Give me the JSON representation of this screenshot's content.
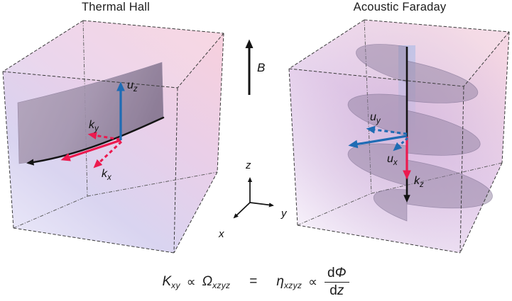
{
  "left": {
    "title": "Thermal Hall",
    "labels": {
      "uz": {
        "base": "u",
        "sub": "z"
      },
      "ky": {
        "base": "k",
        "sub": "y"
      },
      "kx": {
        "base": "k",
        "sub": "x"
      }
    }
  },
  "middle": {
    "field_label": "B",
    "axes": {
      "z": "z",
      "y": "y",
      "x": "x"
    }
  },
  "right": {
    "title": "Acoustic Faraday",
    "labels": {
      "uy": {
        "base": "u",
        "sub": "y"
      },
      "ux": {
        "base": "u",
        "sub": "x"
      },
      "kz": {
        "base": "k",
        "sub": "z"
      }
    }
  },
  "equation": {
    "lhs_base": "K",
    "lhs_sub": "xy",
    "prop_1": "∝",
    "omega_base": "Ω",
    "omega_sub": "xzyz",
    "equals": "=",
    "eta_base": "η",
    "eta_sub": "xzyz",
    "prop_2": "∝",
    "frac_num_d": "d",
    "frac_num_phi": "Φ",
    "frac_den_d": "d",
    "frac_den_z": "z"
  },
  "colors": {
    "arrow_red": "#ec1a4f",
    "arrow_blue": "#1f6cb4",
    "cube_pink": "#f5d3e0",
    "cube_lavender": "#dcdaf3",
    "surface_mauve": "#97889f"
  }
}
